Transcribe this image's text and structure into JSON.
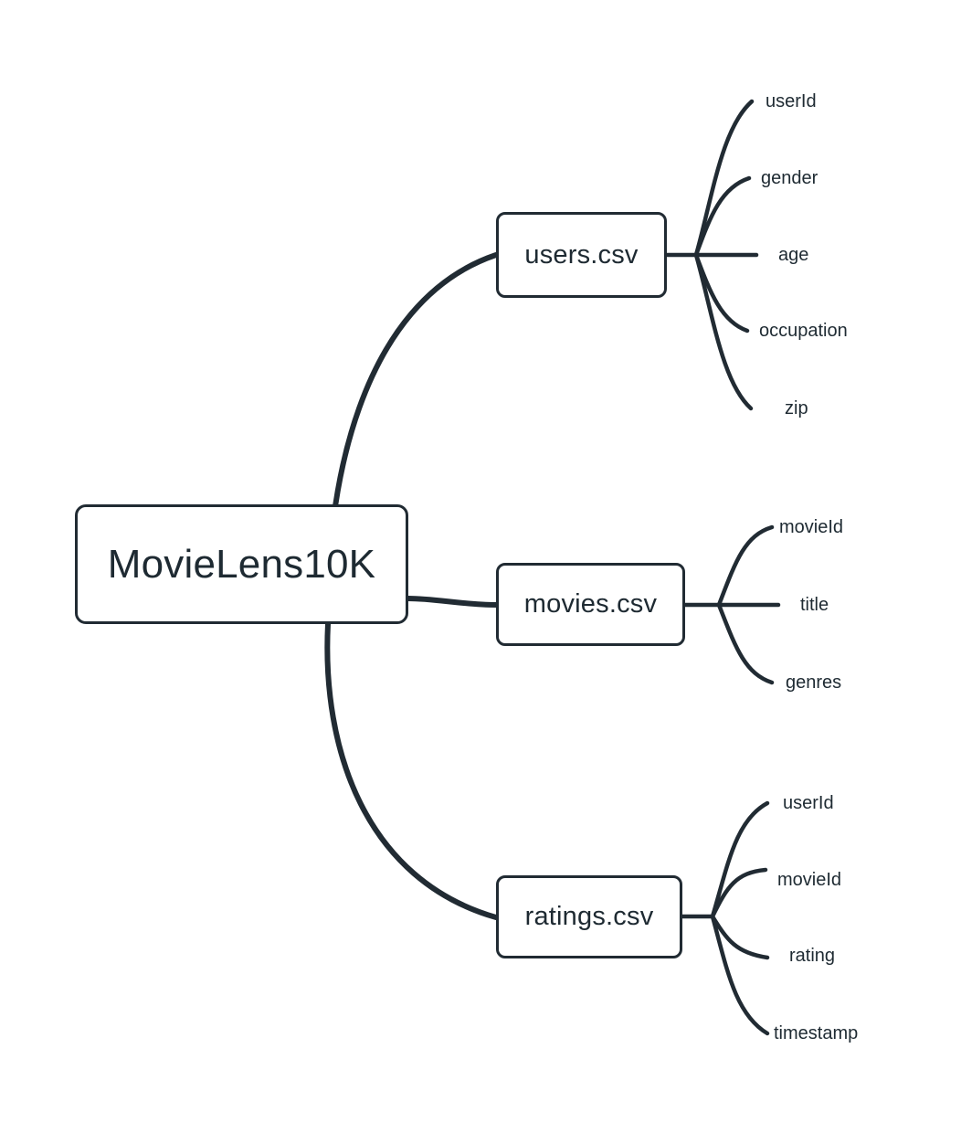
{
  "diagram": {
    "type": "mindmap",
    "title": "MovieLens10K",
    "colors": {
      "stroke": "#212b33",
      "text": "#1e2a32",
      "background": "#ffffff"
    },
    "root": {
      "label": "MovieLens10K"
    },
    "branches": [
      {
        "label": "users.csv",
        "leaves": [
          {
            "label": "userId"
          },
          {
            "label": "gender"
          },
          {
            "label": "age"
          },
          {
            "label": "occupation"
          },
          {
            "label": "zip"
          }
        ]
      },
      {
        "label": "movies.csv",
        "leaves": [
          {
            "label": "movieId"
          },
          {
            "label": "title"
          },
          {
            "label": "genres"
          }
        ]
      },
      {
        "label": "ratings.csv",
        "leaves": [
          {
            "label": "userId"
          },
          {
            "label": "movieId"
          },
          {
            "label": "rating"
          },
          {
            "label": "timestamp"
          }
        ]
      }
    ]
  }
}
